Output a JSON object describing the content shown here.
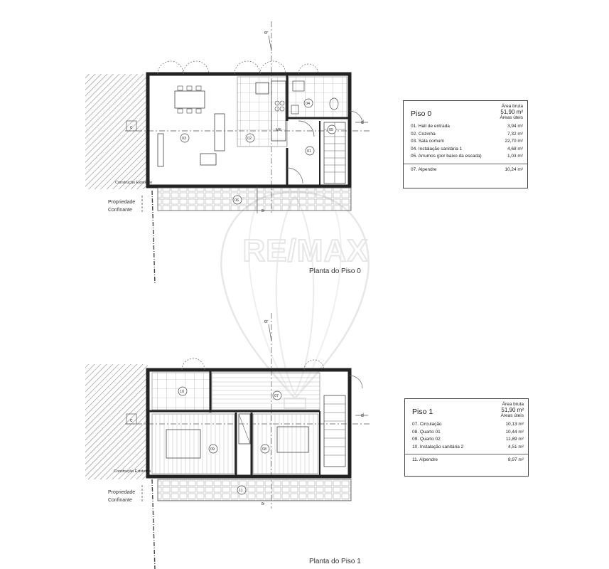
{
  "watermark": "RE/MAX",
  "plans": [
    {
      "title": "Planta do Piso 0",
      "room_tags": [
        "03",
        "02",
        "04",
        "05",
        "01",
        "06"
      ],
      "appliance_label": "MIL",
      "section_c": "c",
      "section_d": "d",
      "section_b": "b",
      "section_a": "a",
      "existing_label": "Construção Existente",
      "neighbor_label_1": "Propriedade",
      "neighbor_label_2": "Confinante"
    },
    {
      "title": "Planta do Piso 1",
      "room_tags": [
        "10",
        "07",
        "09",
        "08",
        "11"
      ],
      "section_c": "c",
      "section_d": "d",
      "section_b": "b",
      "section_a": "a",
      "existing_label": "Construção Existente",
      "neighbor_label_1": "Propriedade",
      "neighbor_label_2": "Confinante"
    }
  ],
  "legends": [
    {
      "title": "Piso 0",
      "gross_label": "Área bruta",
      "gross_value": "51,90 m²",
      "useful_label": "Áreas úteis",
      "rooms": [
        {
          "name": "01. Hall de entrada",
          "area": "3,94 m²"
        },
        {
          "name": "02. Cozinha",
          "area": "7,32 m²"
        },
        {
          "name": "03. Sala comum",
          "area": "22,70 m²"
        },
        {
          "name": "04. Instalação sanitária 1",
          "area": "4,68 m²"
        },
        {
          "name": "05. Arrumos (por baixo da escada)",
          "area": "1,03 m²"
        }
      ],
      "porch": {
        "name": "07. Alpendre",
        "area": "10,24 m²"
      }
    },
    {
      "title": "Piso 1",
      "gross_label": "Área bruta",
      "gross_value": "51,90 m²",
      "useful_label": "Áreas úteis",
      "rooms": [
        {
          "name": "07. Circulação",
          "area": "10,13 m²"
        },
        {
          "name": "08. Quarto 01",
          "area": "10,44 m²"
        },
        {
          "name": "09. Quarto 02",
          "area": "11,89 m²"
        },
        {
          "name": "10. Instalação sanitária 2",
          "area": "4,51 m²"
        }
      ],
      "porch": {
        "name": "11. Alpendre",
        "area": "8,97 m²"
      }
    }
  ]
}
